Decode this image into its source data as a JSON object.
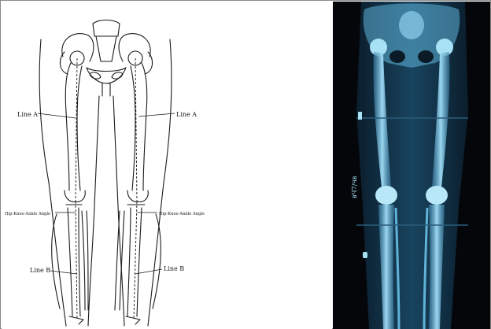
{
  "labels": {
    "line_a_right": "Line A",
    "line_a_left": "Line A",
    "hka_right": "Hip-Knee-Ankle Angle",
    "hka_left": "Hip-Knee-Ankle Angle",
    "line_b_right": "Line B",
    "line_b_left": "Line B"
  },
  "xray": {
    "marker_text": "вЧ7/чв"
  },
  "colors": {
    "xray_background": "#04060a",
    "xray_bone": "#7fc9e8",
    "drawing_ink": "#1a1a1a"
  }
}
